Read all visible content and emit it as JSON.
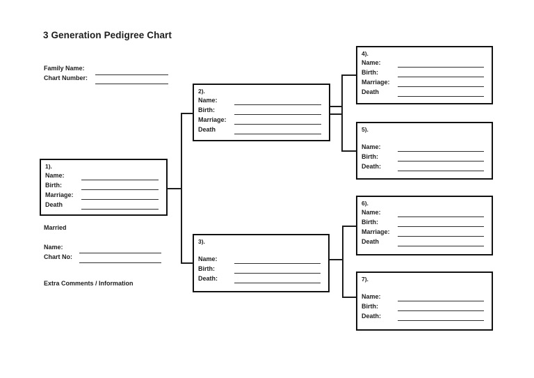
{
  "title": "3 Generation Pedigree Chart",
  "header": {
    "family_name_label": "Family Name:",
    "chart_number_label": "Chart Number:"
  },
  "spouse": {
    "married_label": "Married",
    "name_label": "Name:",
    "chart_no_label": "Chart No:",
    "comments_label": "Extra Comments / Information"
  },
  "boxes": [
    {
      "number": "1).",
      "fields": [
        "Name:",
        "Birth:",
        "Marriage:",
        "Death"
      ]
    },
    {
      "number": "2).",
      "fields": [
        "Name:",
        "Birth:",
        "Marriage:",
        "Death"
      ]
    },
    {
      "number": "3).",
      "fields": [
        "Name:",
        "Birth:",
        "Death:"
      ]
    },
    {
      "number": "4).",
      "fields": [
        "Name:",
        "Birth:",
        "Marriage:",
        "Death"
      ]
    },
    {
      "number": "5).",
      "fields": [
        "Name:",
        "Birth:",
        "Death:"
      ]
    },
    {
      "number": "6).",
      "fields": [
        "Name:",
        "Birth:",
        "Marriage:",
        "Death"
      ]
    },
    {
      "number": "7).",
      "fields": [
        "Name:",
        "Birth:",
        "Death:"
      ]
    }
  ],
  "colors": {
    "ink": "#1c1c1c",
    "box_border": "#111111",
    "write_line": "#2e2e2e",
    "background": "#ffffff"
  }
}
